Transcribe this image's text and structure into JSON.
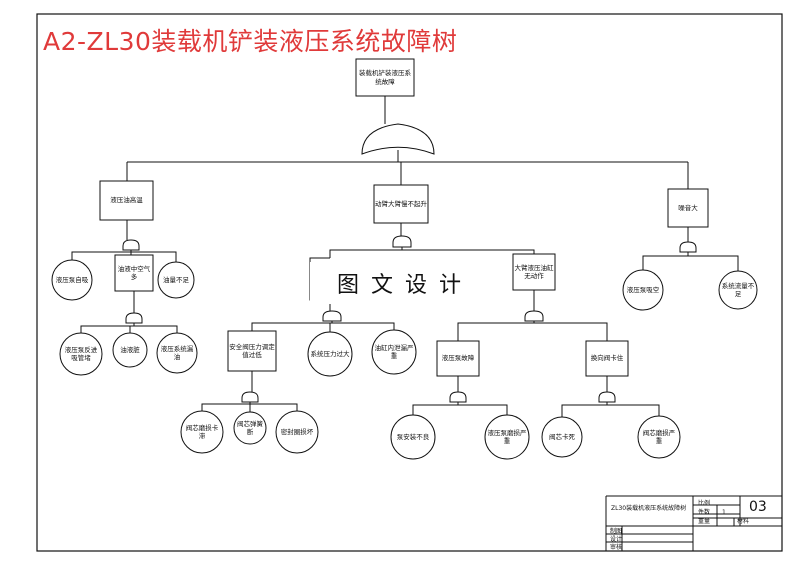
{
  "title": "A2-ZL30装载机铲装液压系统故障树",
  "watermark": "图文设计",
  "nodes": {
    "top": "装载机铲装液压系统故障",
    "n_temp": "液压油高温",
    "n_slow": "动臂大臂慢不起升",
    "n_noise": "噪音大",
    "n_pump_block": "液压泵自吸",
    "n_air": "油液中空气多",
    "n_oil_less": "油量不足",
    "n_pipe_damage": "液压泵反进吸管堵",
    "n_oil_clog": "油液脏",
    "n_leak": "液压系统漏油",
    "n_bucket": "大臂液压油缸无动作",
    "n_safety": "安全阀压力调定值过低",
    "n_pressure": "系统压力过大",
    "n_cyl_leak": "油缸内泄漏严重",
    "n_pump_fault": "液压泵故障",
    "n_valve": "换向阀卡住",
    "n_pump_noise": "液压泵吸空",
    "n_flow": "系统流量不足",
    "n_valve_bad": "阀芯磨损卡滞",
    "n_spring": "阀芯弹簧断",
    "n_seal": "密封圈损坏",
    "n_mount": "泵安装不良",
    "n_motor": "液压泵磨损严重",
    "n_spool": "阀芯卡死",
    "n_spool_bad": "阀芯磨损严重"
  },
  "titleblock": {
    "drawing_name": "ZL30装载机液压系统故障树",
    "scale_label": "比例",
    "qty_label": "件数",
    "qty_value": "1",
    "number": "03",
    "weight_label": "重量",
    "material_label": "材料",
    "drawn_label": "制图",
    "design_label": "设计",
    "check_label": "审核"
  }
}
